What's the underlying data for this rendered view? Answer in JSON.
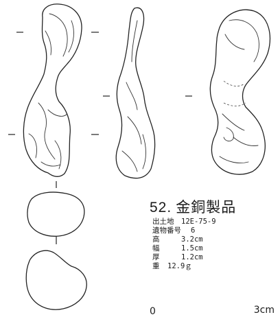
{
  "caption": {
    "number": "52.",
    "title": "金銅製品",
    "rows": [
      {
        "key": "出土地",
        "value": "12E-75-9"
      },
      {
        "key": "遺物番号",
        "value": "6"
      },
      {
        "key": "高",
        "value": "3.2cm"
      },
      {
        "key": "幅",
        "value": "1.5cm"
      },
      {
        "key": "厚",
        "value": "1.2cm"
      },
      {
        "key": "重",
        "value": "12.9ｇ"
      }
    ]
  },
  "scale": {
    "left_label": "0",
    "right_label": "3cm"
  }
}
